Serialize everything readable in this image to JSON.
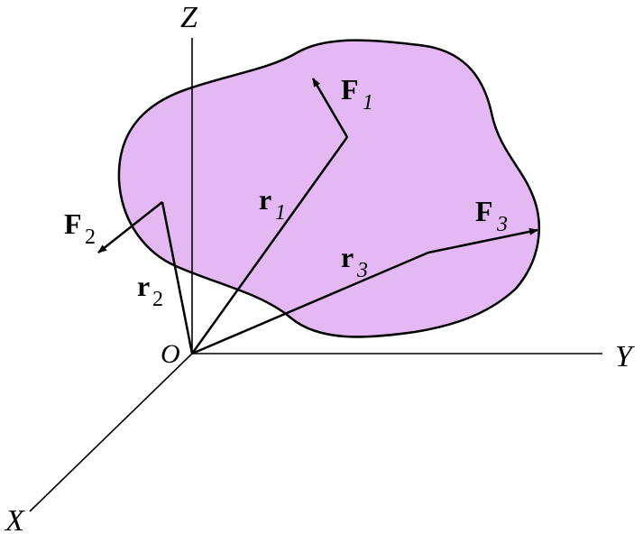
{
  "axes": {
    "z_label": "Z",
    "y_label": "Y",
    "x_label": "X",
    "origin_label": "O"
  },
  "body": {
    "fill_color": "#e4b8f2",
    "outline_color": "#000000"
  },
  "forces": {
    "f1": {
      "symbol": "F",
      "subscript": "1"
    },
    "f2": {
      "symbol": "F",
      "subscript": "2"
    },
    "f3": {
      "symbol": "F",
      "subscript": "3"
    }
  },
  "position_vectors": {
    "r1": {
      "symbol": "r",
      "subscript": "1"
    },
    "r2": {
      "symbol": "r",
      "subscript": "2"
    },
    "r3": {
      "symbol": "r",
      "subscript": "3"
    }
  }
}
